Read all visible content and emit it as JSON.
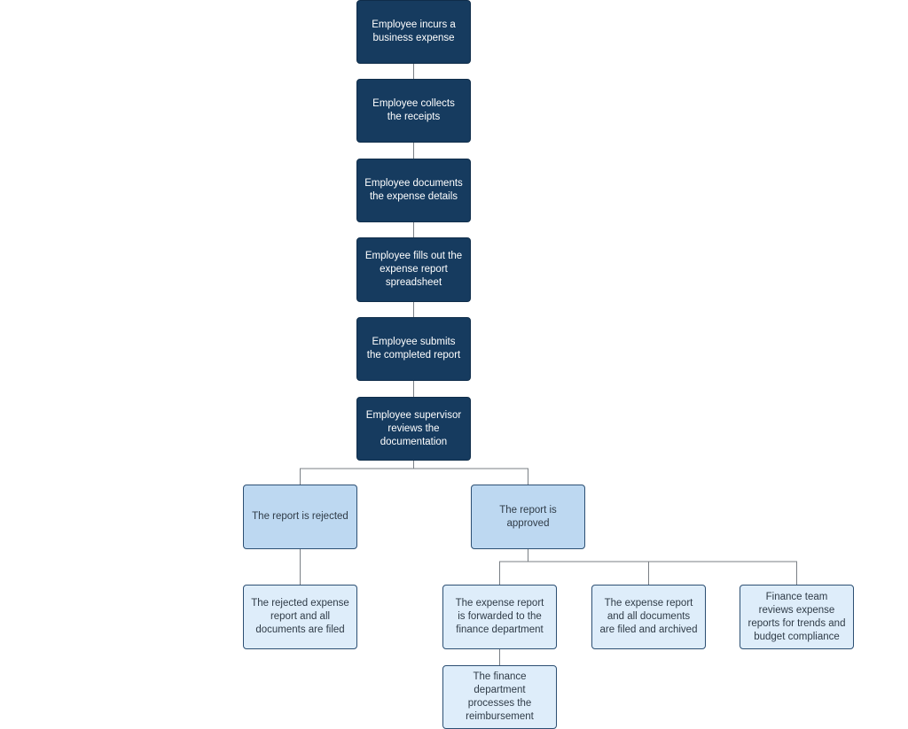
{
  "diagram": {
    "colors": {
      "dark_node": "#163b5f",
      "mid_node": "#bdd8f1",
      "light_node": "#deedfa",
      "connector": "#7a7f85"
    },
    "nodes": {
      "incurs": "Employee incurs a business expense",
      "collects": "Employee collects the receipts",
      "documents": "Employee documents the expense details",
      "fills": "Employee fills out the expense report spreadsheet",
      "submits": "Employee submits the completed report",
      "reviews": "Employee supervisor reviews the documentation",
      "rejected": "The report is rejected",
      "approved": "The report is approved",
      "rejected_filed": "The rejected expense report and all documents are filed",
      "forwarded": "The expense report is forwarded to the finance department",
      "archived": "The expense report and all documents are filed and archived",
      "finance_reviews": "Finance team reviews expense reports for trends and budget compliance",
      "reimbursement": "The finance department processes the reimbursement"
    },
    "edges": [
      [
        "incurs",
        "collects"
      ],
      [
        "collects",
        "documents"
      ],
      [
        "documents",
        "fills"
      ],
      [
        "fills",
        "submits"
      ],
      [
        "submits",
        "reviews"
      ],
      [
        "reviews",
        "rejected"
      ],
      [
        "reviews",
        "approved"
      ],
      [
        "rejected",
        "rejected_filed"
      ],
      [
        "approved",
        "forwarded"
      ],
      [
        "approved",
        "archived"
      ],
      [
        "approved",
        "finance_reviews"
      ],
      [
        "forwarded",
        "reimbursement"
      ]
    ]
  }
}
